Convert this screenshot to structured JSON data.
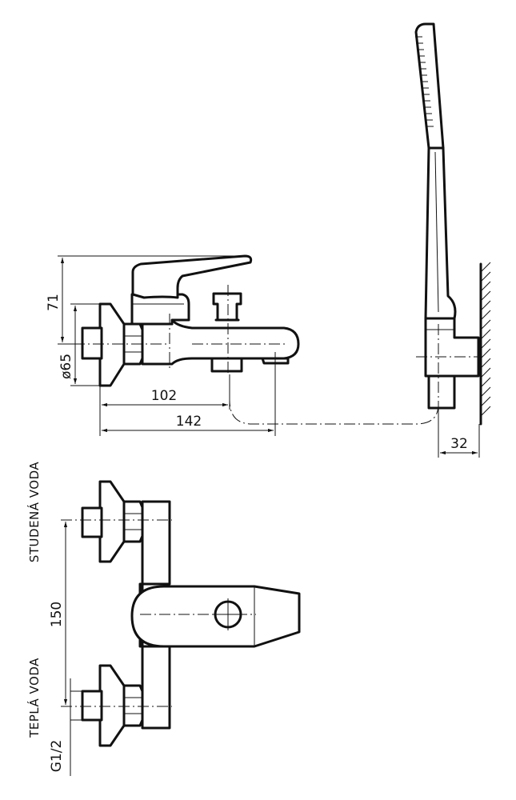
{
  "dimensions": {
    "height_lever": "71",
    "diameter_rosette": "ø65",
    "spout_outlet": "102",
    "spout_length": "142",
    "holder_depth": "32",
    "inlet_spacing": "150",
    "thread": "G1/2"
  },
  "labels": {
    "cold_water": "STUDENÁ VODA",
    "hot_water": "TEPLÁ VODA"
  },
  "colors": {
    "line": "#111111",
    "background": "#ffffff"
  }
}
